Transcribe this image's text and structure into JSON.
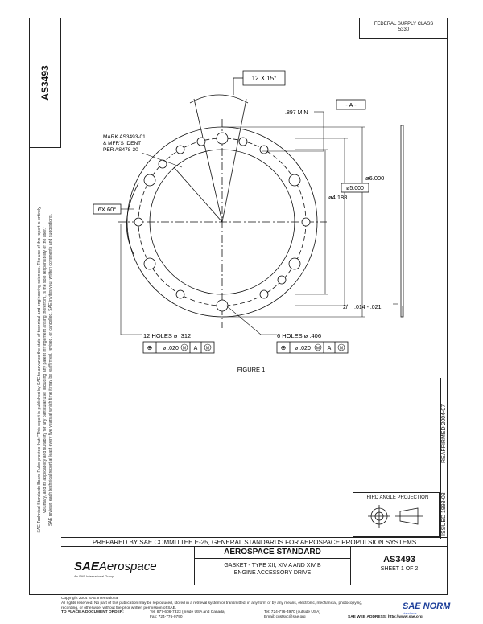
{
  "doc_number": "AS3493",
  "federal_supply_class": {
    "line1": "FEDERAL SUPPLY CLASS",
    "line2": "5330"
  },
  "side_notice": [
    "SAE Technical Standards Board Rules provide that: \"This report is published by SAE to advance the state of technical and engineering sciences. The use of this report is entirely",
    "voluntary, and its applicability and suitability for any particular use, including any patent infringement arising therefrom, is the sole responsibility of the user.\"",
    "SAE reviews each technical report at least every five years at which time it may be reaffirmed, revised, or cancelled. SAE invites your written comments and suggestions."
  ],
  "drawing": {
    "pattern_angle": "12 X 15°",
    "datum_a": "- A -",
    "dim_897": ".897 MIN",
    "mark_note": [
      "MARK AS3493-01",
      "& MFR'S IDENT",
      "PER AS478-30"
    ],
    "angle_6x60": "6X 60°",
    "dia_6000": "ø6.000",
    "dia_5000": "ø5.000",
    "dia_4188": "ø4.188",
    "thickness": ".014 - .021",
    "holes12_label": "12 HOLES   ø .312",
    "holes12_frame": [
      "⊕",
      "ø .020",
      "M",
      "A",
      "M"
    ],
    "holes6_label": "6 HOLES   ø .406",
    "holes6_frame": [
      "⊕",
      "ø .020",
      "M",
      "A",
      "M"
    ],
    "figure": "FIGURE 1"
  },
  "issued": "ISSUED 1993-03",
  "reaffirmed": "REAFFIRMED 2004-07",
  "third_angle": "THIRD ANGLE PROJECTION",
  "prepared_by": "PREPARED BY SAE COMMITTEE E-25, GENERAL STANDARDS FOR AEROSPACE PROPULSION SYSTEMS",
  "logo": {
    "sae": "SAE",
    "aero": "Aerospace",
    "sub": "An SAE International Group"
  },
  "standard_header": "AEROSPACE STANDARD",
  "title_lines": [
    "GASKET - TYPE XII, XIV A AND XIV B",
    "ENGINE ACCESSORY DRIVE"
  ],
  "doc_number_tb": "AS3493",
  "sheet": "SHEET 1 OF 2",
  "footer": {
    "copyright": "Copyright 2004 SAE International",
    "rights": "All rights reserved. No part of this publication may be reproduced, stored in a retrieval system or transmitted, in any form or by any means, electronic, mechanical, photocopying,",
    "rights2": "recording, or otherwise, without the prior written permission of SAE.",
    "order": "TO PLACE A DOCUMENT ORDER:",
    "tel1": "Tel: 877-606-7323 (inside USA and Canada)",
    "fax": "Fax: 724-776-0790",
    "tel2": "Tel: 724-776-4970 (outside USA)",
    "email": "Email: custsvc@sae.org",
    "web": "SAE WEB ADDRESS: http://www.sae.org"
  },
  "watermark": {
    "main": "SAE NORM",
    "sub": "standards"
  }
}
